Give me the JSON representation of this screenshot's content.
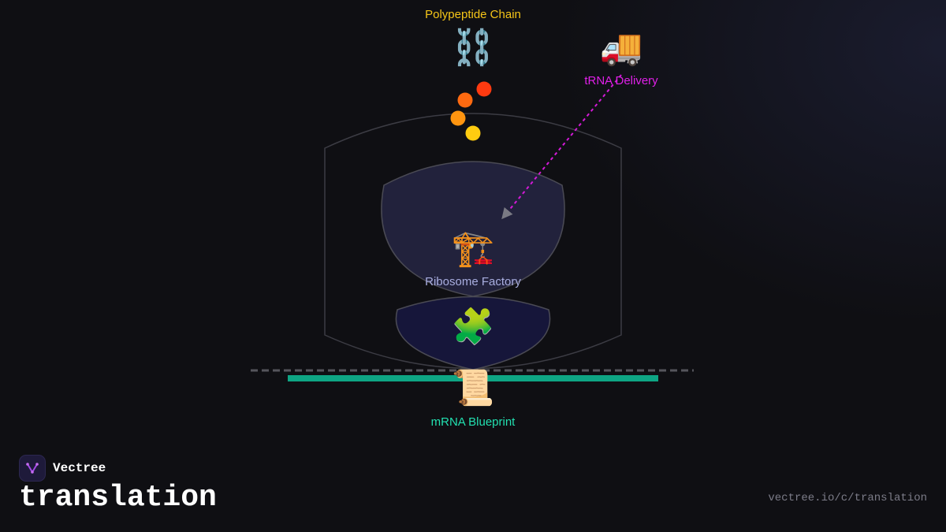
{
  "colors": {
    "background": "#0f0f13",
    "polypeptide_label": "#f5c518",
    "trna_label": "#e020e8",
    "ribosome_label": "#a9aee0",
    "mrna_label": "#22e0b0",
    "mrna_strand": "#0ea584",
    "trna_path": "#d41ad8",
    "amino_acids": [
      "#ff3a10",
      "#ff6a10",
      "#ff9510",
      "#ffcc10"
    ]
  },
  "diagram": {
    "polypeptide": {
      "label": "Polypeptide Chain",
      "icon": "chain-icon",
      "glyph": "⛓️"
    },
    "trna": {
      "label": "tRNA Delivery",
      "icon": "truck-icon",
      "glyph": "🚚"
    },
    "ribosome": {
      "label": "Ribosome Factory",
      "icon": "crane-icon",
      "glyph": "🏗️"
    },
    "small_subunit": {
      "icon": "puzzle-icon",
      "glyph": "🧩"
    },
    "mrna": {
      "label": "mRNA Blueprint",
      "icon": "scroll-icon",
      "glyph": "📜"
    }
  },
  "footer": {
    "brand": "Vectree",
    "topic": "translation",
    "url": "vectree.io/c/translation"
  }
}
